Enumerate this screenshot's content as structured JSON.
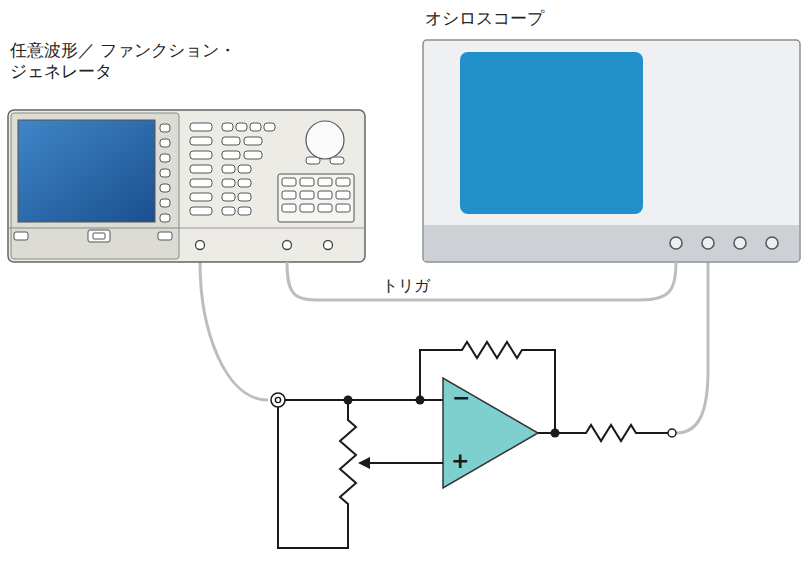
{
  "diagram": {
    "nodes": [
      {
        "text": [
          "任意波形／ ファンクション・ジェネレータ"
        ]
      },
      {
        "text": [
          "オシロスコープ"
        ]
      }
    ],
    "edges": [
      {
        "from": 0,
        "to": 1,
        "arrow": "none",
        "label": "トリガ"
      }
    ],
    "labels": [
      "−",
      "+"
    ]
  }
}
